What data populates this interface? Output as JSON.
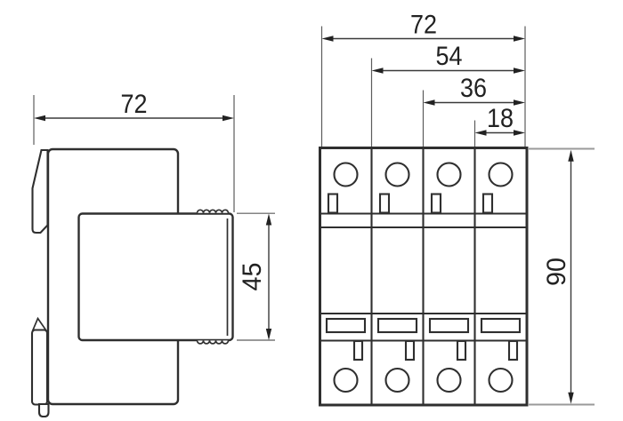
{
  "drawing": {
    "background_color": "#ffffff",
    "line_color": "#2f2f2f",
    "dimension_text_color": "#222222",
    "side_view": {
      "width": "72",
      "module_height": "45"
    },
    "front_view": {
      "overall_width": "72",
      "three_module_width": "54",
      "two_module_width": "36",
      "single_module_width": "18",
      "height": "90"
    }
  }
}
